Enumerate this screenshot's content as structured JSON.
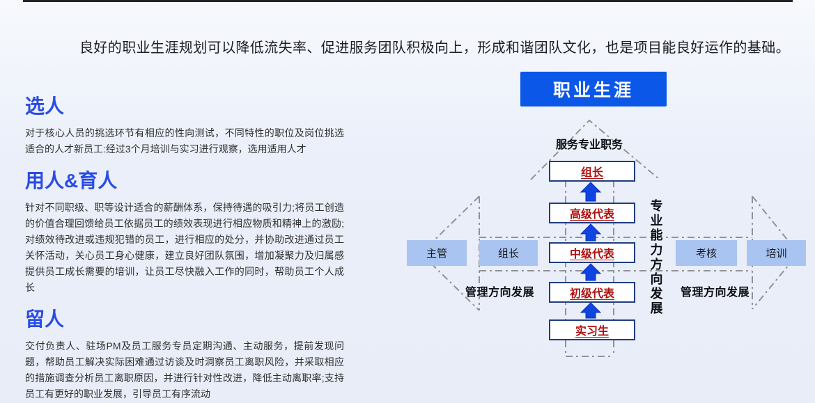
{
  "page": {
    "headline": "良好的职业生涯规划可以降低流失率、促进服务团队积极向上，形成和谐团队文化，也是项目能良好运作的基础。"
  },
  "sections": [
    {
      "heading": "选人",
      "body": "对于核心人员的挑选环节有相应的性向测试，不同特性的职位及岗位挑选适合的人才新员工:经过3个月培训与实习进行观察，选用适用人才"
    },
    {
      "heading": "用人&育人",
      "body": "针对不同职级、职等设计适合的薪酬体系，保持待遇的吸引力;将员工创造的价值合理回馈给员工依据员工的绩效表现进行相应物质和精神上的激励;对绩效待改进或违规犯错的员工，进行相应的处分，并协助改进通过员工关怀活动，关心员工身心健康，建立良好团队氛围，增加凝聚力及归属感提供员工成长需要的培训，让员工尽快融入工作的同时，帮助员工个人成长"
    },
    {
      "heading": "留人",
      "body": "交付负责人、驻场PM及员工服务专员定期沟通、主动服务，提前发现问题，帮助员工解决实际困难通过访谈及时洞察员工离职风险，并采取相应的措施调查分析员工离职原因，并进行针对性改进，降低主动离职率;支持员工有更好的职业发展，引导员工有序流动"
    }
  ],
  "diagram": {
    "title": "职业生涯",
    "top_label": "服务专业职务",
    "ladder": [
      "组长",
      "高级代表",
      "中级代表",
      "初级代表",
      "实习生"
    ],
    "left_boxes": [
      "主管",
      "组长"
    ],
    "right_boxes": [
      "考核",
      "培训"
    ],
    "vertical_label": "专业能力方向发展",
    "branch_label_left": "管理方向发展",
    "branch_label_right": "管理方向发展"
  },
  "colors": {
    "heading_blue": "#2a4ce4",
    "title_box_bg": "#0a57e8",
    "ladder_border": "#1f3d7e",
    "ladder_text_red": "#ae1010",
    "side_box_bg": "#a9c4f0",
    "arrow_blue": "#0f44e0",
    "dash_gray": "#8f9296"
  }
}
